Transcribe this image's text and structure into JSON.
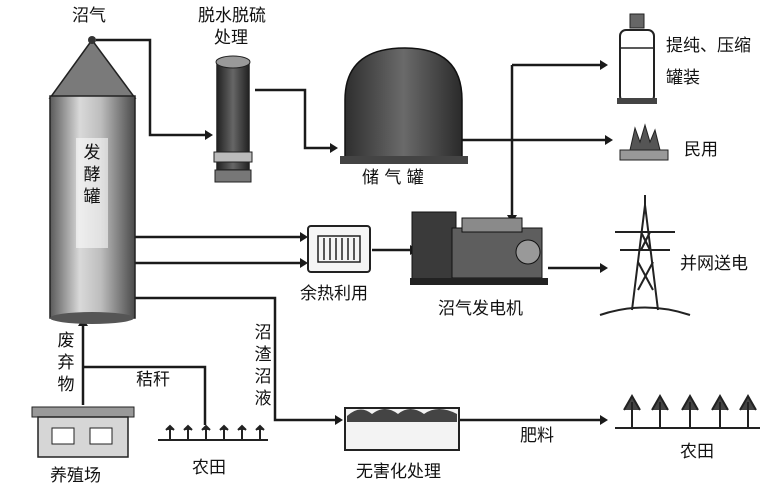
{
  "labels": {
    "biogas": "沼气",
    "desulf_line1": "脱水脱硫",
    "desulf_line2": "处理",
    "ferment_tank": "发酵罐",
    "storage_tank": "储 气 罐",
    "purify_line1": "提纯、压缩",
    "purify_line2": "罐装",
    "civil_use": "民用",
    "grid_power": "并网送电",
    "waste_heat": "余热利用",
    "generator": "沼气发电机",
    "waste": "废弃物",
    "straw": "秸秆",
    "residue": "沼渣沼液",
    "farm": "养殖场",
    "farmland_left": "农田",
    "harmless": "无害化处理",
    "fertilizer": "肥料",
    "farmland_right": "农田"
  },
  "colors": {
    "line": "#1a1a1a",
    "equipment_dark": "#3a3a3a",
    "equipment_mid": "#7a7a7a",
    "equipment_light": "#c8c8c8"
  }
}
